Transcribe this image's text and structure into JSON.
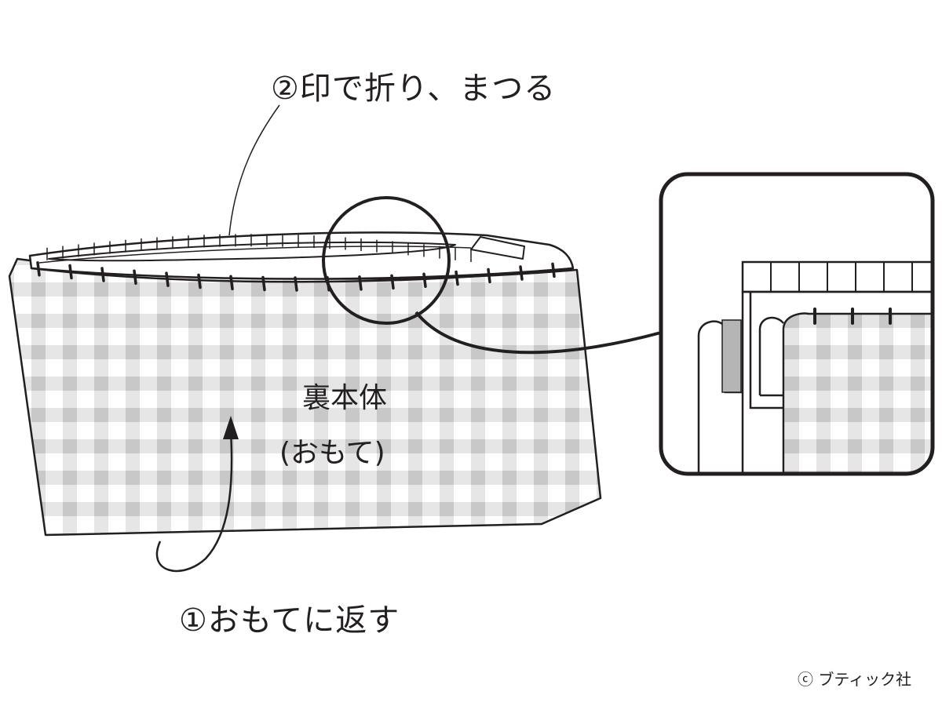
{
  "labels": {
    "step2": "②印で折り、まつる",
    "body_line1": "裏本体",
    "body_line2": "(おもて)",
    "step1": "①おもてに返す",
    "credit": "ⓒ ブティック社"
  },
  "colors": {
    "ink": "#231f20",
    "gingham_light": "#e6e6e6",
    "gingham_dark": "#c8c8c8",
    "interfacing": "#b5b5b5",
    "background": "#ffffff"
  }
}
